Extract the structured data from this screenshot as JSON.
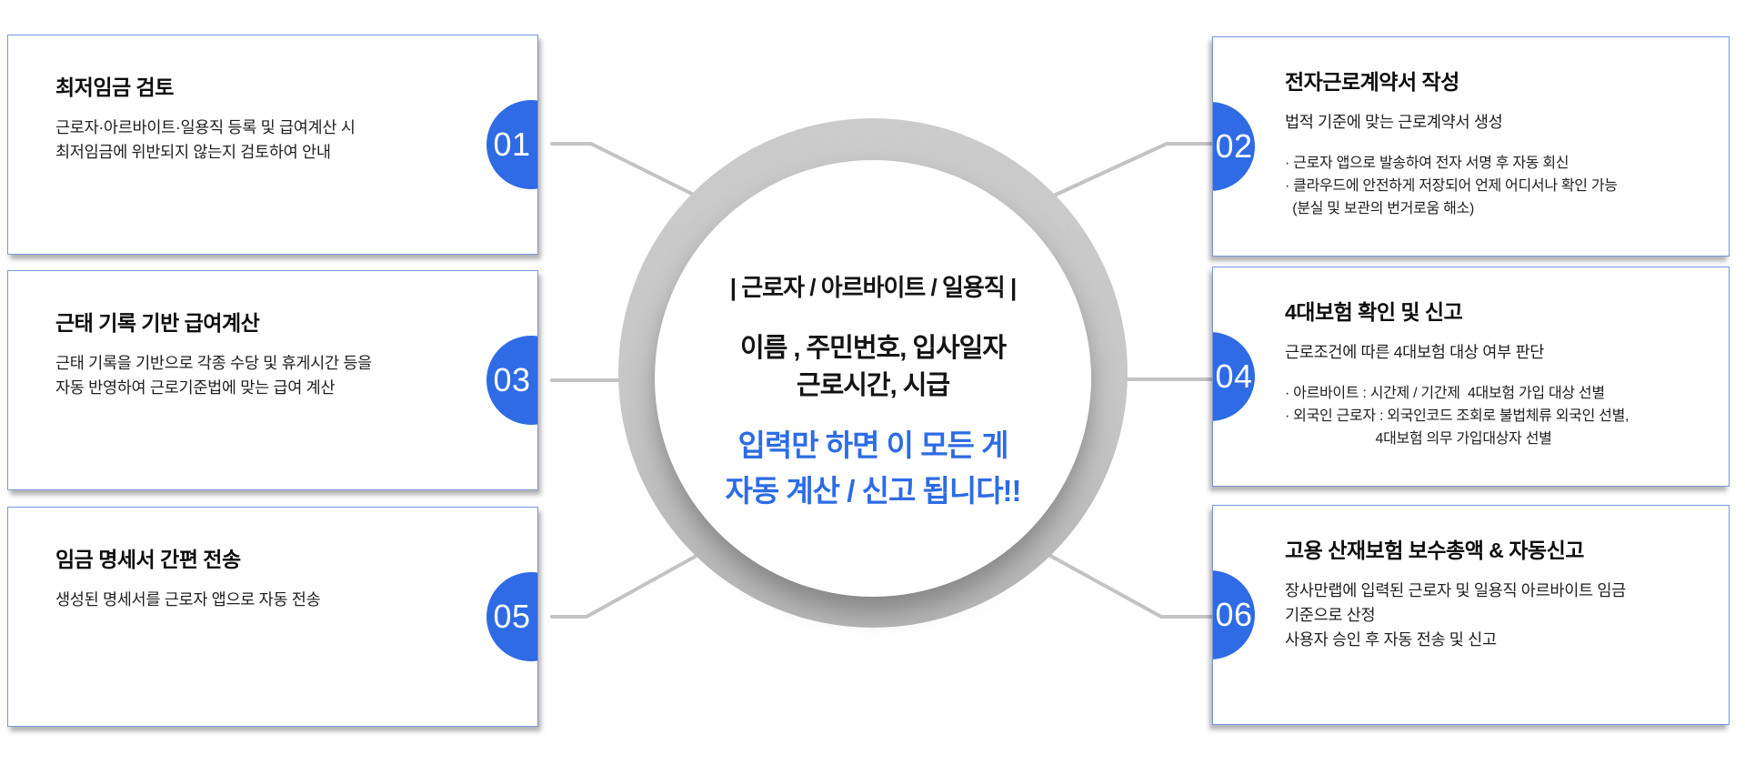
{
  "center": {
    "line1": "| 근로자 / 아르바이트 / 일용직 |",
    "line2": "이름 , 주민번호, 입사일자\n근로시간, 시급",
    "highlight": "입력만 하면 이 모든 게\n자동 계산 / 신고 됩니다!!"
  },
  "cards": [
    {
      "num": "01",
      "title": "최저임금 검토",
      "body": "근로자·아르바이트·일용직 등록 및 급여계산 시\n최저임금에 위반되지 않는지 검토하여 안내",
      "bullets": ""
    },
    {
      "num": "02",
      "title": "전자근로계약서 작성",
      "body": "법적 기준에 맞는 근로계약서 생성",
      "bullets": "· 근로자 앱으로 발송하여 전자 서명 후 자동 회신\n· 클라우드에 안전하게 저장되어 언제 어디서나 확인 가능\n  (분실 및 보관의 번거로움 해소)"
    },
    {
      "num": "03",
      "title": "근태 기록 기반 급여계산",
      "body": "근태 기록을 기반으로 각종 수당 및 휴게시간 등을\n자동 반영하여 근로기준법에 맞는 급여 계산",
      "bullets": ""
    },
    {
      "num": "04",
      "title": "4대보험 확인 및 신고",
      "body": "근로조건에 따른 4대보험 대상 여부 판단",
      "bullets": "· 아르바이트 : 시간제 / 기간제  4대보험 가입 대상 선별\n· 외국인 근로자 : 외국인코드 조회로 불법체류 외국인 선별,\n                        4대보험 의무 가입대상자 선별"
    },
    {
      "num": "05",
      "title": "임금 명세서 간편 전송",
      "body": "생성된 명세서를 근로자 앱으로 자동 전송",
      "bullets": ""
    },
    {
      "num": "06",
      "title": "고용 산재보험 보수총액 & 자동신고",
      "body": "장사만랩에 입력된 근로자 및 일용직 아르바이트 임금\n기준으로 산정\n사용자 승인 후 자동 전송 및 신고",
      "bullets": ""
    }
  ],
  "colors": {
    "accent": "#2e6be4",
    "highlight": "#2d6ce5",
    "border": "#7b96de",
    "ring": "#c8c8c8",
    "connector": "#c3c3c3"
  }
}
